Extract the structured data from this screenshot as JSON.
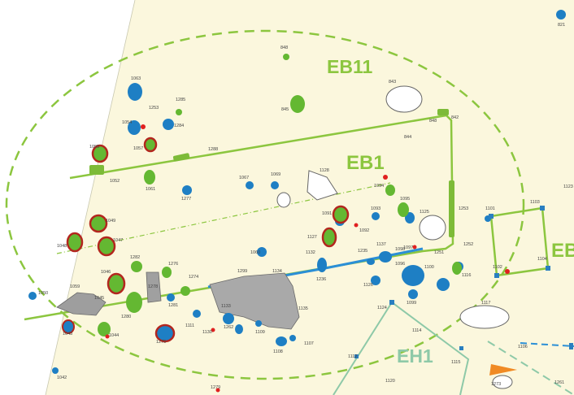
{
  "map": {
    "colors": {
      "background": "#fbf7dd",
      "outside": "#ffffff",
      "area_line": "#8cc63f",
      "area_label": "#8cc63f",
      "eh_line": "#8ec9a8",
      "eh_label": "#8ec9a8",
      "pit_blue": "#1e7fc4",
      "pit_green": "#64b832",
      "pit_red": "#b3261e",
      "marker_red": "#e02020",
      "stone_grey": "#8a8a8a",
      "cyan_line": "#2b8fd6"
    },
    "area_labels": {
      "eb11": "EB11",
      "eb1": "EB1",
      "eb_partial": "EB",
      "eh1": "EH1"
    },
    "feature_numbers": [
      {
        "id": "f848",
        "text": "848"
      },
      {
        "id": "f821",
        "text": "821"
      },
      {
        "id": "f1063",
        "text": "1063"
      },
      {
        "id": "f1285",
        "text": "1285"
      },
      {
        "id": "f1253",
        "text": "1253"
      },
      {
        "id": "f1054",
        "text": "1054"
      },
      {
        "id": "f1284",
        "text": "1284"
      },
      {
        "id": "f1055",
        "text": "1055"
      },
      {
        "id": "f1057",
        "text": "1057"
      },
      {
        "id": "f1288",
        "text": "1288"
      },
      {
        "id": "f845",
        "text": "845"
      },
      {
        "id": "f843",
        "text": "843"
      },
      {
        "id": "f848b",
        "text": "848"
      },
      {
        "id": "f842",
        "text": "842"
      },
      {
        "id": "f844",
        "text": "844"
      },
      {
        "id": "f1052",
        "text": "1052"
      },
      {
        "id": "f1061",
        "text": "1061"
      },
      {
        "id": "f1277",
        "text": "1277"
      },
      {
        "id": "f1067",
        "text": "1067"
      },
      {
        "id": "f1069",
        "text": "1069"
      },
      {
        "id": "f1128",
        "text": "1128"
      },
      {
        "id": "f1094",
        "text": "1094"
      },
      {
        "id": "f1095",
        "text": "1095"
      },
      {
        "id": "f1125",
        "text": "1125"
      },
      {
        "id": "f1253b",
        "text": "1253"
      },
      {
        "id": "f1101",
        "text": "1101"
      },
      {
        "id": "f1103",
        "text": "1103"
      },
      {
        "id": "f1123",
        "text": "1123"
      },
      {
        "id": "f1049",
        "text": "1049"
      },
      {
        "id": "f1047",
        "text": "1047"
      },
      {
        "id": "f1048",
        "text": "1048"
      },
      {
        "id": "f1093",
        "text": "1093"
      },
      {
        "id": "f1092",
        "text": "1092"
      },
      {
        "id": "f1091",
        "text": "1091"
      },
      {
        "id": "f1127",
        "text": "1127"
      },
      {
        "id": "f1097",
        "text": "1097"
      },
      {
        "id": "f1096",
        "text": "1096"
      },
      {
        "id": "f1252",
        "text": "1252"
      },
      {
        "id": "f1251",
        "text": "1251"
      },
      {
        "id": "f1282",
        "text": "1282"
      },
      {
        "id": "f1276",
        "text": "1276"
      },
      {
        "id": "f1046",
        "text": "1046"
      },
      {
        "id": "f1274",
        "text": "1274"
      },
      {
        "id": "f1060",
        "text": "1060"
      },
      {
        "id": "f1299",
        "text": "1299"
      },
      {
        "id": "f1134",
        "text": "1134"
      },
      {
        "id": "f1132",
        "text": "1132"
      },
      {
        "id": "f1235",
        "text": "1235"
      },
      {
        "id": "f1137",
        "text": "1137"
      },
      {
        "id": "f1098",
        "text": "1098"
      },
      {
        "id": "f1100",
        "text": "1100"
      },
      {
        "id": "f1116",
        "text": "1116"
      },
      {
        "id": "f1102",
        "text": "1102"
      },
      {
        "id": "f1104",
        "text": "1104"
      },
      {
        "id": "f1050",
        "text": "1050"
      },
      {
        "id": "f1059",
        "text": "1059"
      },
      {
        "id": "f1278",
        "text": "1278"
      },
      {
        "id": "f1236",
        "text": "1236"
      },
      {
        "id": "f1126",
        "text": "1126"
      },
      {
        "id": "f1099",
        "text": "1099"
      },
      {
        "id": "f1045",
        "text": "1045"
      },
      {
        "id": "f1280",
        "text": "1280"
      },
      {
        "id": "f1281",
        "text": "1281"
      },
      {
        "id": "f1135",
        "text": "1135"
      },
      {
        "id": "f1124",
        "text": "1124"
      },
      {
        "id": "f1117",
        "text": "1117"
      },
      {
        "id": "f1043",
        "text": "1043"
      },
      {
        "id": "f1044",
        "text": "1044"
      },
      {
        "id": "f1275",
        "text": "1275"
      },
      {
        "id": "f1111",
        "text": "1111"
      },
      {
        "id": "f1130",
        "text": "1130"
      },
      {
        "id": "f1262",
        "text": "1262"
      },
      {
        "id": "f1109",
        "text": "1109"
      },
      {
        "id": "f1133",
        "text": "1133"
      },
      {
        "id": "f1114",
        "text": "1114"
      },
      {
        "id": "f1108",
        "text": "1108"
      },
      {
        "id": "f1107",
        "text": "1107"
      },
      {
        "id": "f1112",
        "text": "1112"
      },
      {
        "id": "f1115",
        "text": "1115"
      },
      {
        "id": "f1106",
        "text": "1106"
      },
      {
        "id": "f1042",
        "text": "1042"
      },
      {
        "id": "f1279",
        "text": "1279"
      },
      {
        "id": "f1120",
        "text": "1120"
      },
      {
        "id": "f1261",
        "text": "1261"
      },
      {
        "id": "f1273",
        "text": "1273"
      }
    ]
  }
}
